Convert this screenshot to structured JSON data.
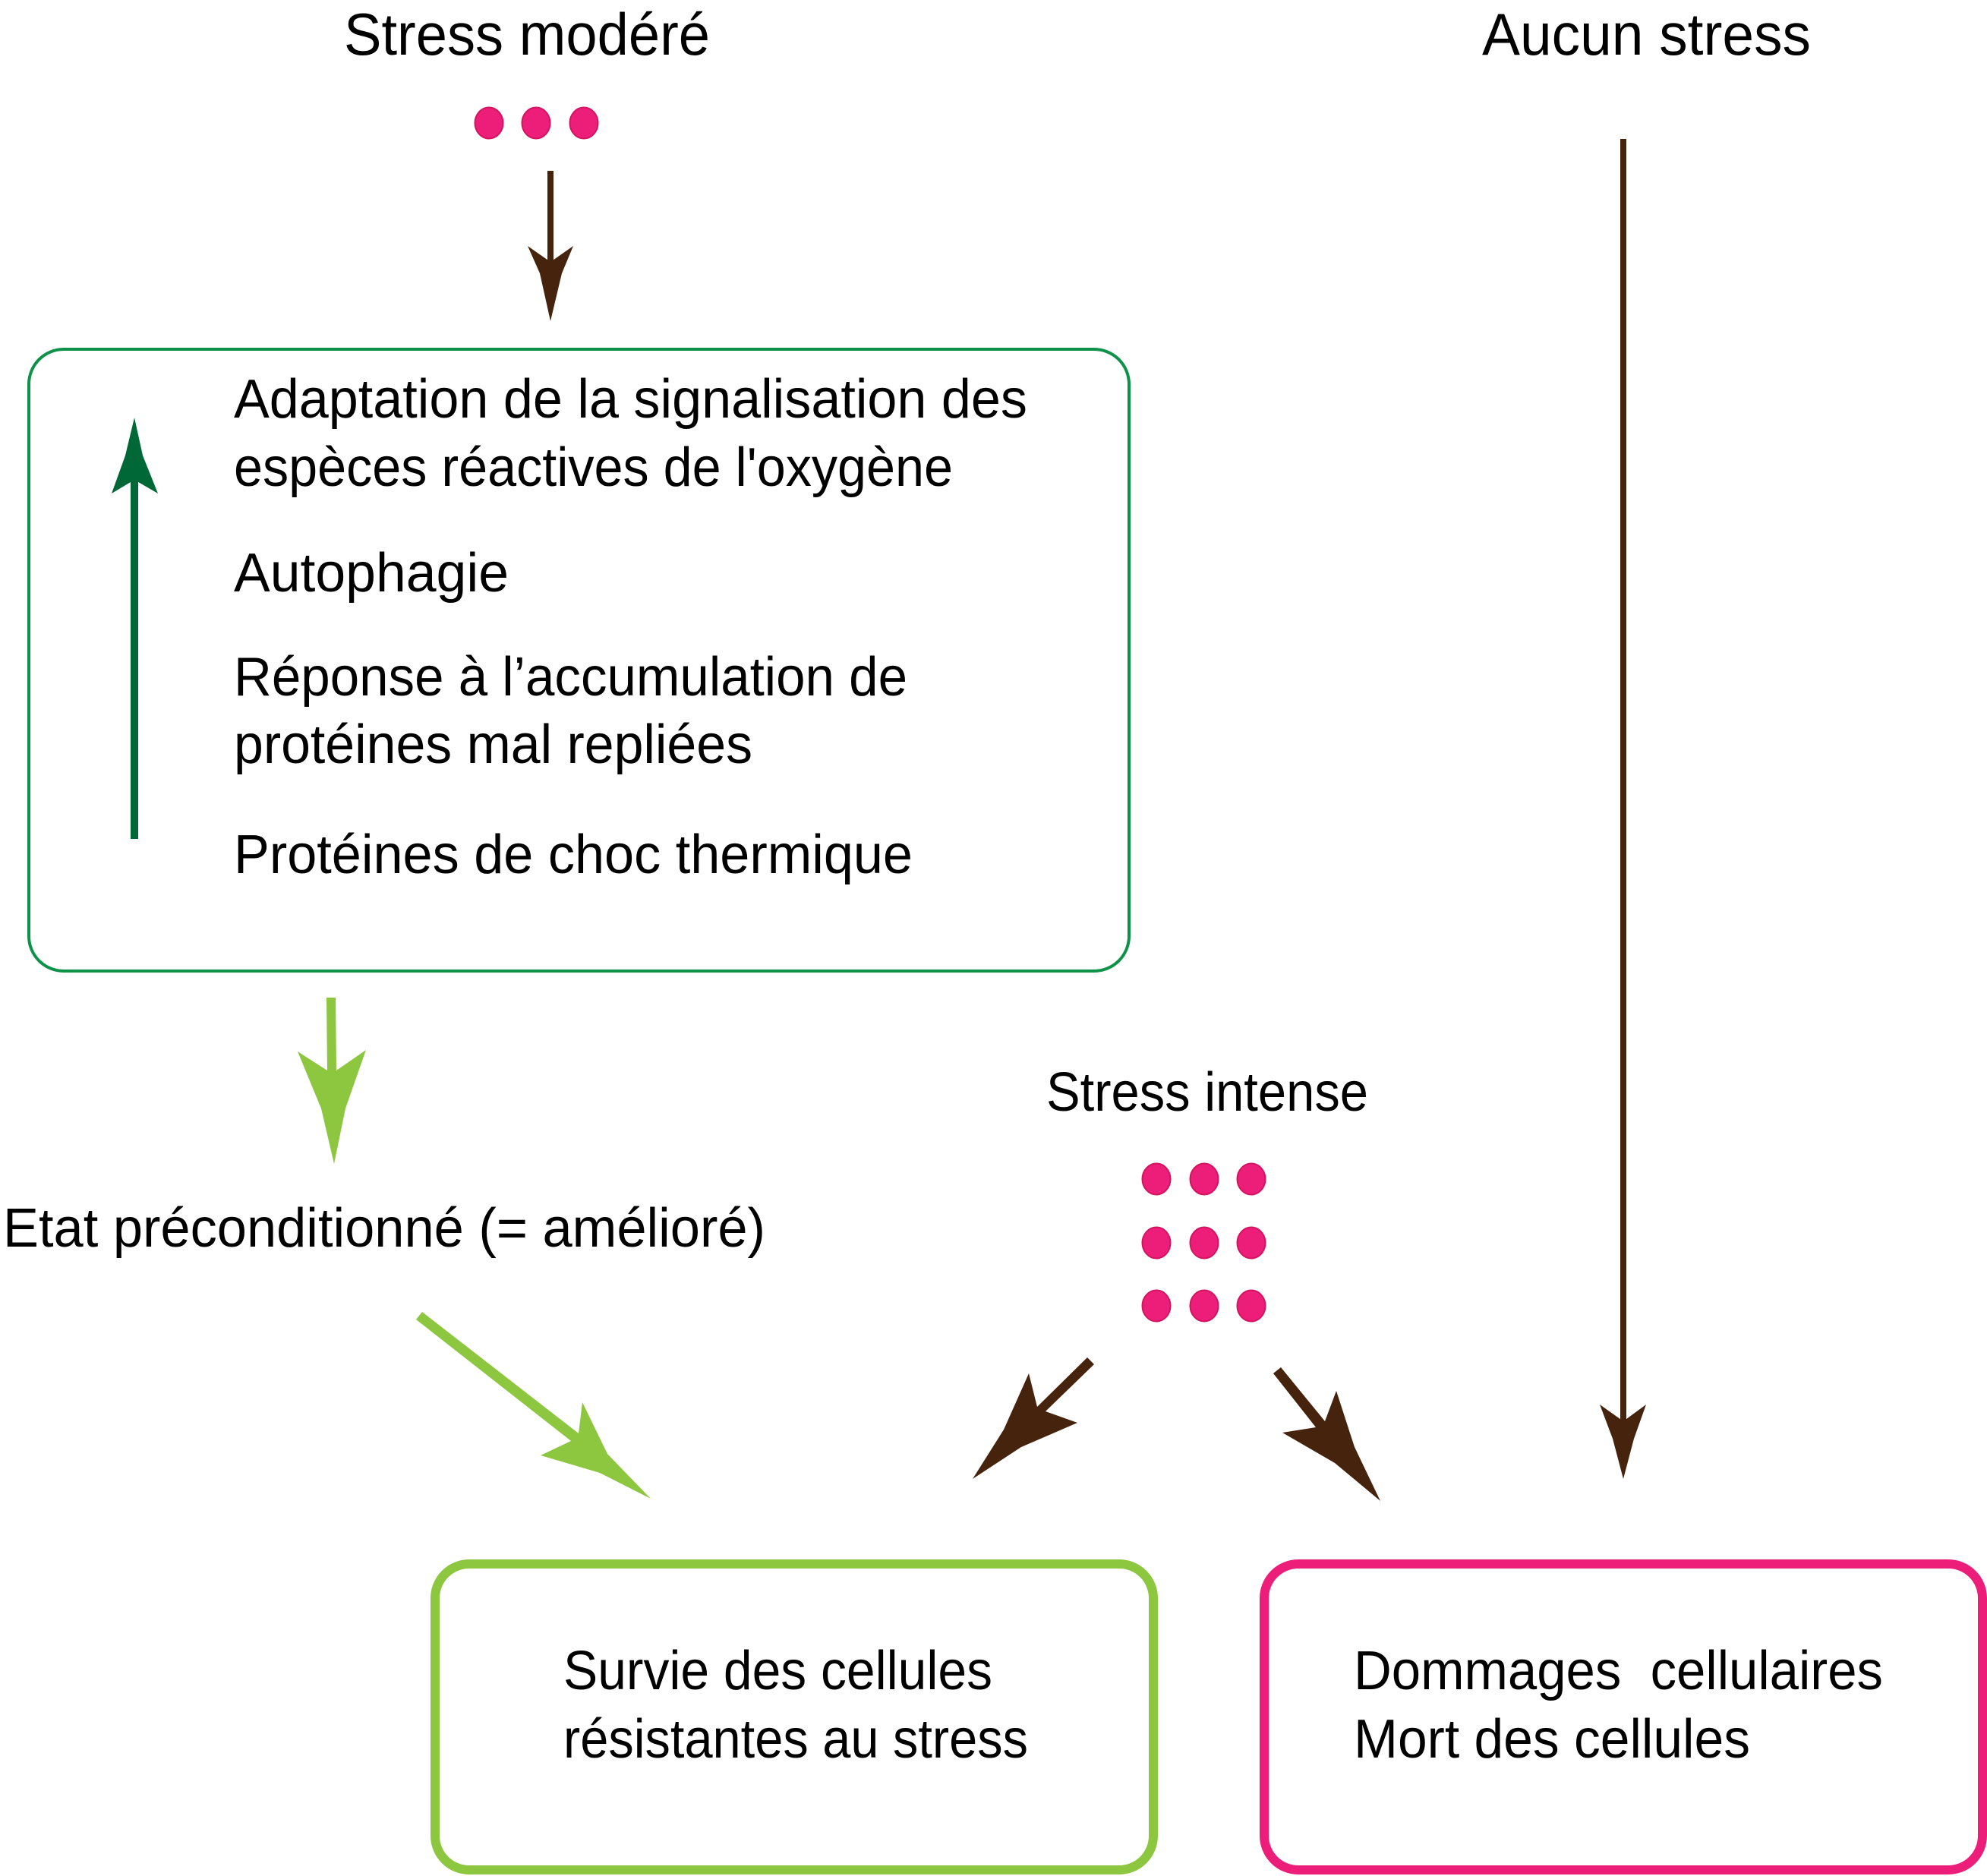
{
  "diagram": {
    "title_moderate": "Stress modéré",
    "title_none": "Aucun stress",
    "title_intense": "Stress intense",
    "adaptation_box": {
      "items": [
        "Adaptation de la signalisation des",
        "espèces réactives de l'oxygène",
        "Autophagie",
        "Réponse à l’accumulation de",
        "protéines mal repliées",
        "Protéines de choc thermique"
      ],
      "arrow_meaning": "increase-icon"
    },
    "preconditioned_state": "Etat préconditionné (= amélioré)",
    "outcome_survival": {
      "line1": "Survie des cellules",
      "line2": "résistantes au stress"
    },
    "outcome_death": {
      "line1": "Dommages  cellulaires",
      "line2": "Mort des cellules"
    },
    "stress_dots": {
      "moderate_count": 3,
      "intense_count": 9
    },
    "colors": {
      "stress_dot": "#ec1e79",
      "dark_green": "#006837",
      "box_green": "#0e9148",
      "light_green": "#8dc63f",
      "brown_arrow": "#45230d",
      "pink_box": "#ec1e79"
    }
  }
}
